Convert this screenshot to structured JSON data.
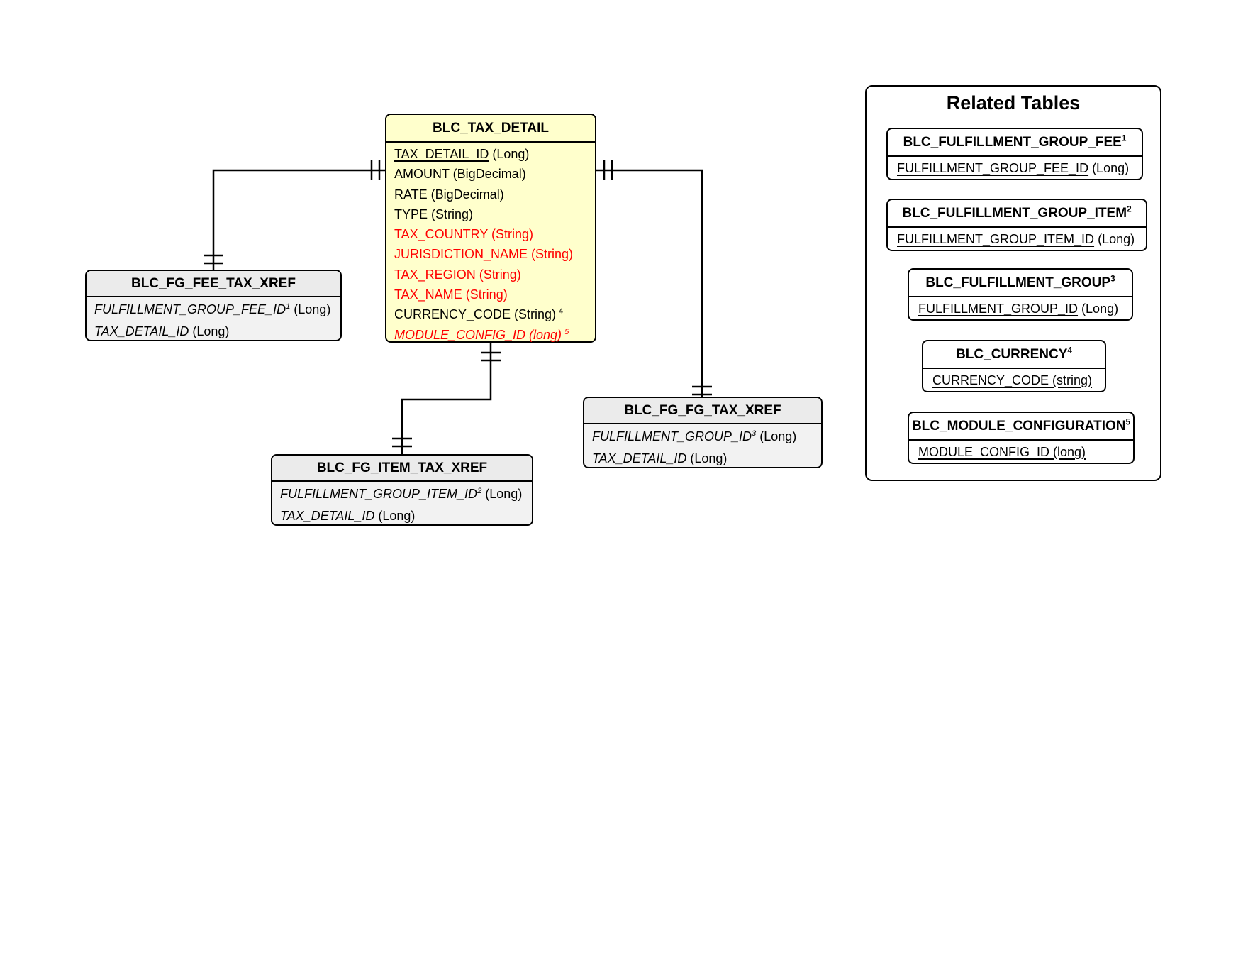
{
  "colors": {
    "main_table_fill": "#FFFFCC",
    "xref_header_fill": "#EBEBEB",
    "xref_body_fill": "#F2F2F2",
    "optional_field_text": "#FF0000",
    "line_and_border": "#000000",
    "background": "#FFFFFF"
  },
  "main_table": {
    "title": "BLC_TAX_DETAIL",
    "fields": [
      {
        "name": "TAX_DETAIL_ID",
        "type": " (Long)"
      },
      {
        "name": "AMOUNT",
        "type": " (BigDecimal)"
      },
      {
        "name": "RATE",
        "type": " (BigDecimal)"
      },
      {
        "name": "TYPE",
        "type": " (String)"
      },
      {
        "name": "TAX_COUNTRY",
        "type": " (String)"
      },
      {
        "name": "JURISDICTION_NAME",
        "type": " (String)"
      },
      {
        "name": "TAX_REGION",
        "type": " (String)"
      },
      {
        "name": "TAX_NAME",
        "type": " (String)"
      },
      {
        "name": "CURRENCY_CODE",
        "type": " (String)",
        "sup": "4"
      },
      {
        "name": "MODULE_CONFIG_ID",
        "type": " (long)",
        "sup": "5"
      }
    ]
  },
  "xref_tables": [
    {
      "title": "BLC_FG_FEE_TAX_XREF",
      "fields": [
        {
          "name": "FULFILLMENT_GROUP_FEE_ID",
          "sup": "1",
          "type": " (Long)"
        },
        {
          "name": "TAX_DETAIL_ID",
          "type": " (Long)"
        }
      ]
    },
    {
      "title": "BLC_FG_ITEM_TAX_XREF",
      "fields": [
        {
          "name": "FULFILLMENT_GROUP_ITEM_ID",
          "sup": "2",
          "type": " (Long)"
        },
        {
          "name": "TAX_DETAIL_ID",
          "type": " (Long)"
        }
      ]
    },
    {
      "title": "BLC_FG_FG_TAX_XREF",
      "fields": [
        {
          "name": "FULFILLMENT_GROUP_ID",
          "sup": "3",
          "type": " (Long)"
        },
        {
          "name": "TAX_DETAIL_ID",
          "type": " (Long)"
        }
      ]
    }
  ],
  "related_panel": {
    "title": "Related Tables",
    "tables": [
      {
        "title": "BLC_FULFILLMENT_GROUP_FEE",
        "sup": "1",
        "field": "FULFILLMENT_GROUP_FEE_ID",
        "field_type": " (Long)"
      },
      {
        "title": "BLC_FULFILLMENT_GROUP_ITEM",
        "sup": "2",
        "field": "FULFILLMENT_GROUP_ITEM_ID",
        "field_type": " (Long)"
      },
      {
        "title": "BLC_FULFILLMENT_GROUP",
        "sup": "3",
        "field": "FULFILLMENT_GROUP_ID",
        "field_type": " (Long)"
      },
      {
        "title": "BLC_CURRENCY",
        "sup": "4",
        "field": "CURRENCY_CODE (string)",
        "field_type": ""
      },
      {
        "title": "BLC_MODULE_CONFIGURATION",
        "sup": "5",
        "field": "MODULE_CONFIG_ID (long)",
        "field_type": ""
      }
    ]
  },
  "relationships": [
    {
      "from": "BLC_TAX_DETAIL",
      "to": "BLC_FG_FEE_TAX_XREF",
      "end_markers": "exactly-one / exactly-one"
    },
    {
      "from": "BLC_TAX_DETAIL",
      "to": "BLC_FG_ITEM_TAX_XREF",
      "end_markers": "exactly-one / exactly-one"
    },
    {
      "from": "BLC_TAX_DETAIL",
      "to": "BLC_FG_FG_TAX_XREF",
      "end_markers": "exactly-one / exactly-one"
    }
  ]
}
